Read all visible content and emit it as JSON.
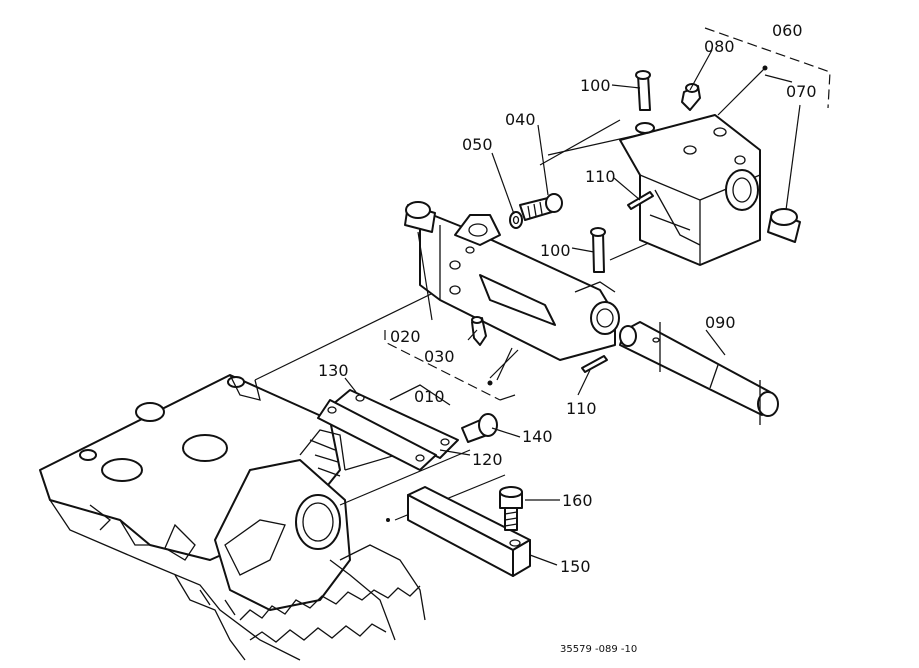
{
  "callouts": {
    "p010": "010",
    "p020": "020",
    "p030": "030",
    "p040": "040",
    "p050": "050",
    "p060": "060",
    "p070": "070",
    "p080": "080",
    "p090": "090",
    "p100a": "100",
    "p100b": "100",
    "p110a": "110",
    "p110b": "110",
    "p120": "120",
    "p130": "130",
    "p140": "140",
    "p150": "150",
    "p160": "160"
  },
  "drawing_code": "35579 -089 -10"
}
